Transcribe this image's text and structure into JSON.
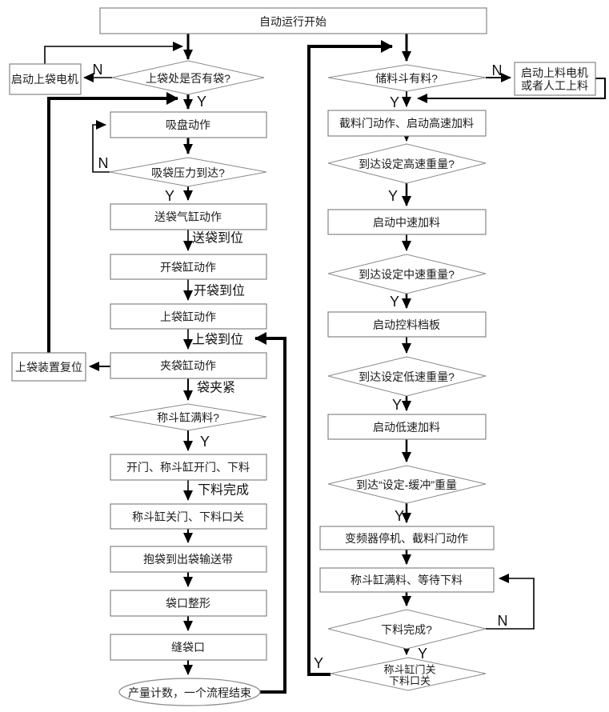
{
  "diagram": {
    "start": "自动运行开始",
    "yes": "Y",
    "no": "N",
    "bag": {
      "has_bag": "上袋处是否有袋?",
      "start_bag_motor": "启动上袋电机",
      "suction": "吸盘动作",
      "suction_pressure": "吸袋压力到达?",
      "feed_bag": "送袋气缸动作",
      "feed_done": "送袋到位",
      "open_bag": "开袋缸动作",
      "open_done": "开袋到位",
      "load_bag": "上袋缸动作",
      "load_done": "上袋到位",
      "clamp_bag": "夹袋缸动作",
      "loader_reset": "上袋装置复位",
      "clamp_done": "袋夹紧",
      "hopper_full": "称斗缸满料?",
      "open_doors": "开门、称斗缸开门、下料",
      "discharge_done": "下料完成",
      "close_doors": "称斗缸关门、下料口关",
      "carry_bag": "抱袋到出袋输送带",
      "shape_mouth": "袋口整形",
      "sew_mouth": "缝袋口",
      "end": "产量计数，一个流程结束"
    },
    "weigh": {
      "storage_has_material": "储料斗有料?",
      "feed_motor_1": "启动上料电机",
      "feed_motor_2": "或者人工上料",
      "gate_fast": "截料门动作、启动高速加料",
      "fast_weight": "到达设定高速重量?",
      "mid_feed": "启动中速加料",
      "mid_weight": "到达设定中速重量?",
      "baffle": "启动控料档板",
      "low_weight": "到达设定低速重量?",
      "low_feed": "启动低速加料",
      "buffer_weight": "到达“设定-缓冲”重量",
      "inverter_stop": "变频器停机、截料门动作",
      "wait_discharge": "称斗缸满料、等待下料",
      "discharge_q": "下料完成?",
      "doors_close_1": "称斗缸门关",
      "doors_close_2": "下料口关"
    }
  }
}
